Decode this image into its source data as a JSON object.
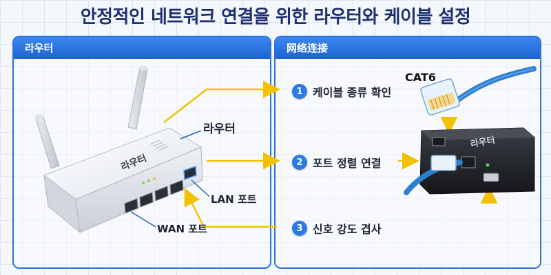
{
  "title": "안정적인 네트워크 연결을 위한 라우터와 케이블 설정",
  "left_panel": {
    "header": "라우터",
    "router_brand": "라우터",
    "callouts": {
      "router": "라우터",
      "lan": "LAN 포트",
      "wan": "WAN 포트"
    }
  },
  "right_panel": {
    "header": "网络连接",
    "steps": [
      {
        "number": "1",
        "label": "케이블 종류 확인"
      },
      {
        "number": "2",
        "label": "포트 정렬 연결"
      },
      {
        "number": "3",
        "label": "신호 강도 겹사"
      }
    ],
    "cable_label": "CAT6",
    "device_brand": "라우터"
  },
  "colors": {
    "accent_blue": "#2c7be5",
    "arrow_yellow": "#f2c200",
    "cable_blue": "#2f7fd0",
    "title_navy": "#1c2f6e"
  }
}
